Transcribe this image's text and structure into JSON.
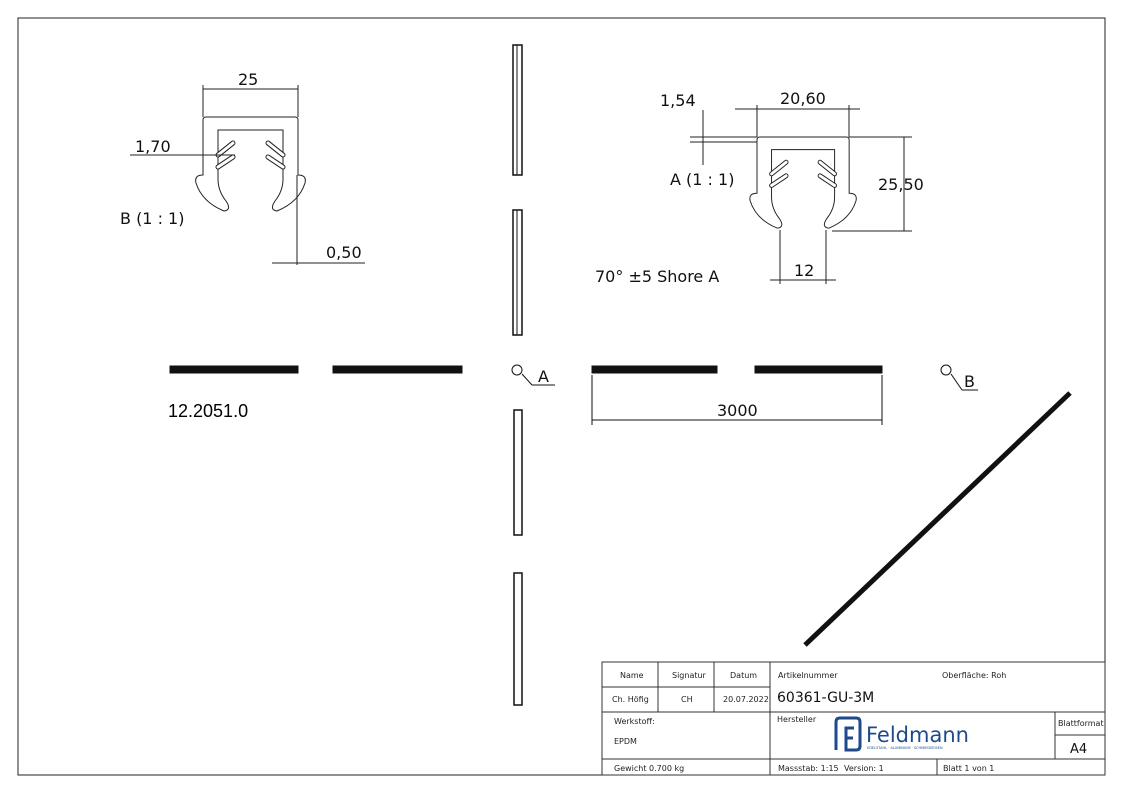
{
  "detail_b": {
    "width": "25",
    "wall": "1,70",
    "tolerance": "0,50",
    "label": "B (1 : 1)"
  },
  "detail_a": {
    "wall": "1,54",
    "width": "20,60",
    "height": "25,50",
    "opening": "12",
    "label": "A (1 : 1)",
    "hardness": "70°  ±5 Shore A"
  },
  "part_number_label": "12.2051.0",
  "length": "3000",
  "callout_a": "A",
  "callout_b": "B",
  "title_block": {
    "name_h": "Name",
    "signatur_h": "Signatur",
    "datum_h": "Datum",
    "name": "Ch. Höfig",
    "signatur": "CH",
    "datum": "20.07.2022",
    "artikelnummer_h": "Artikelnummer",
    "artikelnummer": "60361-GU-3M",
    "oberflaeche": "Oberfläche:  Roh",
    "werkstoff_h": "Werkstoff:",
    "werkstoff": "EPDM",
    "hersteller_h": "Hersteller",
    "logo_text": "Feldmann",
    "logo_tagline": "EDELSTAHL · ALUMINIUM · SCHMIEDEEISEN",
    "blattformat_h": "Blattformat",
    "blattformat": "A4",
    "gewicht": "Gewicht 0.700 kg",
    "massstab": "Massstab: 1:15",
    "version": "Version: 1",
    "blatt": "Blatt 1 von 1",
    "brand_color": "#1e4a8c"
  }
}
